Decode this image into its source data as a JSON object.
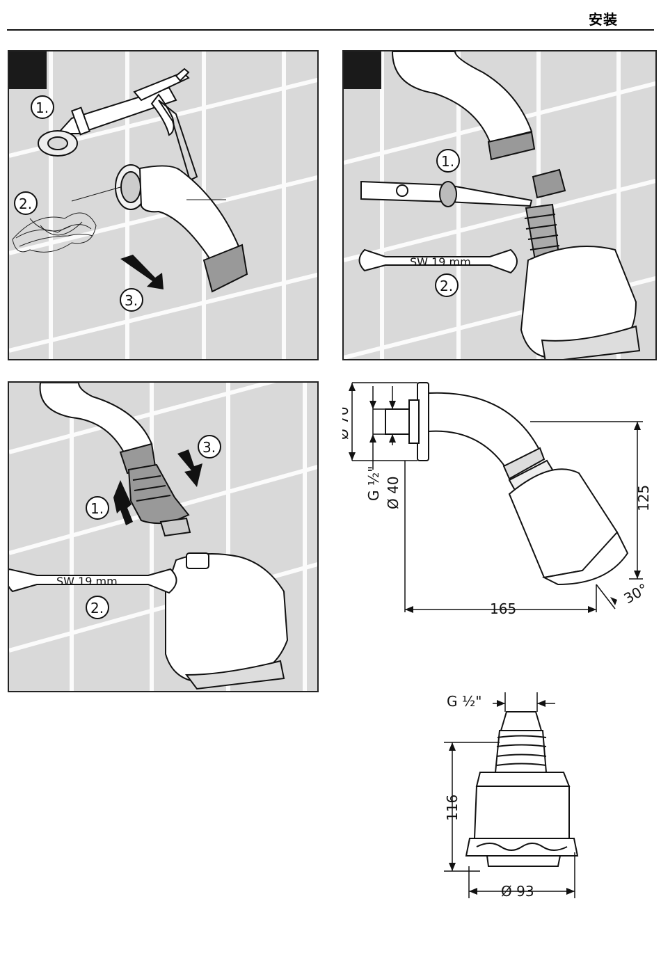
{
  "header": {
    "title": "安装"
  },
  "panel1": {
    "steps": [
      "1.",
      "2.",
      "3."
    ]
  },
  "panel2": {
    "steps": [
      "1.",
      "2."
    ],
    "wrench_label": "SW 19 mm"
  },
  "panel3": {
    "steps": [
      "1.",
      "2.",
      "3."
    ],
    "wrench_label": "SW 19 mm"
  },
  "drawing_side": {
    "dim_70": "Ø 70",
    "dim_thread": "G ½\"",
    "dim_40": "Ø 40",
    "dim_125": "125",
    "dim_165": "165",
    "dim_angle": "30°"
  },
  "drawing_front": {
    "dim_thread": "G ½\"",
    "dim_116": "116",
    "dim_93": "Ø 93"
  }
}
